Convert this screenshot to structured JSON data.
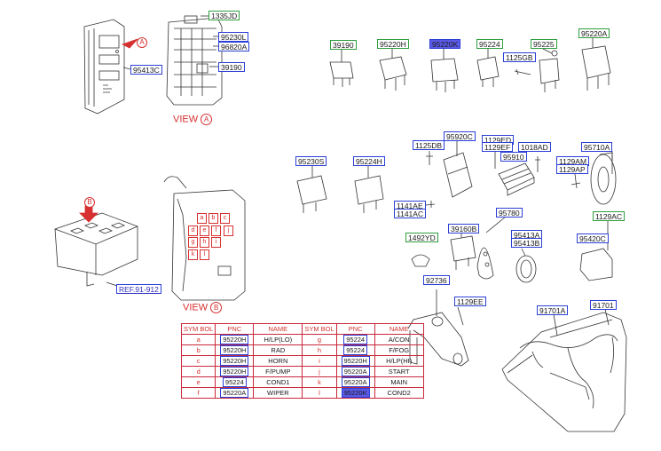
{
  "colors": {
    "green_box": "#2e9e3e",
    "blue_box": "#2b3fd6",
    "highlight": "#5a5ae6",
    "red": "#d63030",
    "line": "#333333"
  },
  "view_labels": {
    "view_a": {
      "text": "VIEW",
      "marker": "A"
    },
    "view_b": {
      "text": "VIEW",
      "marker": "B"
    }
  },
  "markers": {
    "a": "A",
    "b": "B"
  },
  "labels": {
    "p1335jd": "1335JD",
    "p95230l": "95230L",
    "p96820a": "96820A",
    "p39190a": "39190",
    "p95413c": "95413C",
    "p39190b": "39190",
    "p95220h": "95220H",
    "p95220k": "95220K",
    "p95224a": "95224",
    "p95225": "95225",
    "p95220a": "95220A",
    "p1125gb": "1125GB",
    "p95230s": "95230S",
    "p95224h": "95224H",
    "p1125db": "1125DB",
    "p95920c": "95920C",
    "p1129ed": "1129ED",
    "p1129ef": "1129EF",
    "p95910": "95910",
    "p1018ad": "1018AD",
    "p95710a": "95710A",
    "p1129am": "1129AM",
    "p1129ap": "1129AP",
    "p1141ae": "1141AE",
    "p1141ac": "1141AC",
    "p95780": "95780",
    "p1492yd": "1492YD",
    "p39160b": "39160B",
    "p95413a": "95413A",
    "p95413b": "95413B",
    "p1129ac": "1129AC",
    "p95420c": "95420C",
    "p92736": "92736",
    "p1129ee": "1129EE",
    "p91701a": "91701A",
    "p91701": "91701",
    "ref": "REF.91-912"
  },
  "fuse_box_letters": [
    "a",
    "b",
    "c",
    "d",
    "e",
    "f",
    "g",
    "h",
    "i",
    "j",
    "k",
    "l"
  ],
  "symbol_table": {
    "headers": [
      "SYM BOL",
      "PNC",
      "NAME",
      "SYM BOL",
      "PNC",
      "NAME"
    ],
    "rows": [
      {
        "s1": "a",
        "p1": "95220H",
        "n1": "H/LP(LO)",
        "s2": "g",
        "p2": "95224",
        "n2": "A/CON"
      },
      {
        "s1": "b",
        "p1": "95220H",
        "n1": "RAD",
        "s2": "h",
        "p2": "95224",
        "n2": "F/FOG"
      },
      {
        "s1": "c",
        "p1": "95220H",
        "n1": "HORN",
        "s2": "i",
        "p2": "95220H",
        "n2": "H/LP(HI)"
      },
      {
        "s1": "d",
        "p1": "95220H",
        "n1": "F/PUMP",
        "s2": "j",
        "p2": "95220A",
        "n2": "START"
      },
      {
        "s1": "e",
        "p1": "95224",
        "n1": "COND1",
        "s2": "k",
        "p2": "95220A",
        "n2": "MAIN"
      },
      {
        "s1": "f",
        "p1": "95220A",
        "n1": "WIPER",
        "s2": "l",
        "p2": "95220K",
        "n2": "COND2"
      }
    ]
  }
}
